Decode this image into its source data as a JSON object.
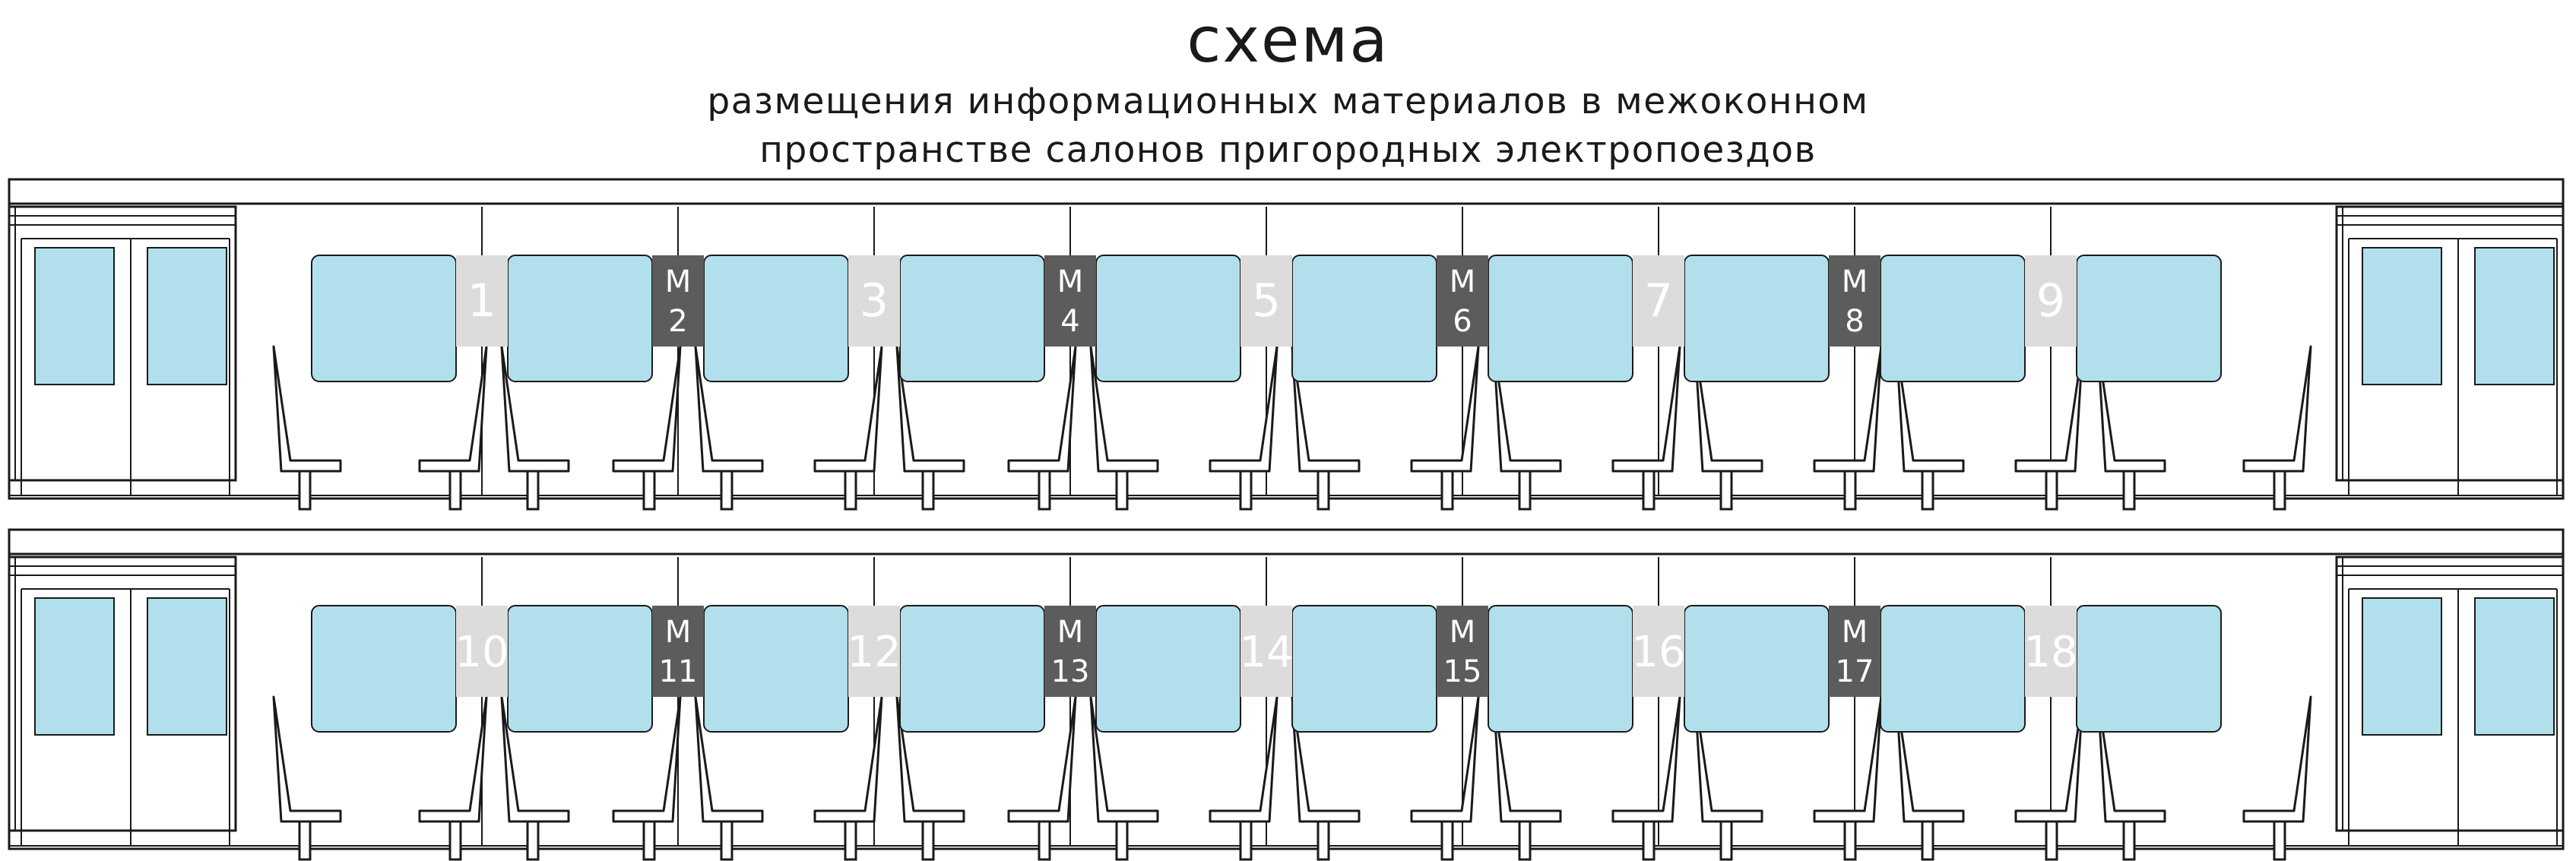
{
  "header": {
    "title": "схема",
    "subtitle_line1": "размещения информационных материалов в межоконном",
    "subtitle_line2": "пространстве салонов пригородных электропоездов"
  },
  "colors": {
    "window_fill": "#b1e0ec",
    "panel_light": "#dcdcdc",
    "panel_dark": "#5c5c5c",
    "line": "#1a1a1a",
    "label_text": "#ffffff"
  },
  "cars": [
    {
      "panels": [
        {
          "kind": "light",
          "letter": "",
          "number": "1"
        },
        {
          "kind": "dark",
          "letter": "М",
          "number": "2"
        },
        {
          "kind": "light",
          "letter": "",
          "number": "3"
        },
        {
          "kind": "dark",
          "letter": "М",
          "number": "4"
        },
        {
          "kind": "light",
          "letter": "",
          "number": "5"
        },
        {
          "kind": "dark",
          "letter": "М",
          "number": "6"
        },
        {
          "kind": "light",
          "letter": "",
          "number": "7"
        },
        {
          "kind": "dark",
          "letter": "М",
          "number": "8"
        },
        {
          "kind": "light",
          "letter": "",
          "number": "9"
        }
      ]
    },
    {
      "panels": [
        {
          "kind": "light",
          "letter": "",
          "number": "10"
        },
        {
          "kind": "dark",
          "letter": "М",
          "number": "11"
        },
        {
          "kind": "light",
          "letter": "",
          "number": "12"
        },
        {
          "kind": "dark",
          "letter": "М",
          "number": "13"
        },
        {
          "kind": "light",
          "letter": "",
          "number": "14"
        },
        {
          "kind": "dark",
          "letter": "М",
          "number": "15"
        },
        {
          "kind": "light",
          "letter": "",
          "number": "16"
        },
        {
          "kind": "dark",
          "letter": "М",
          "number": "17"
        },
        {
          "kind": "light",
          "letter": "",
          "number": "18"
        }
      ]
    }
  ]
}
